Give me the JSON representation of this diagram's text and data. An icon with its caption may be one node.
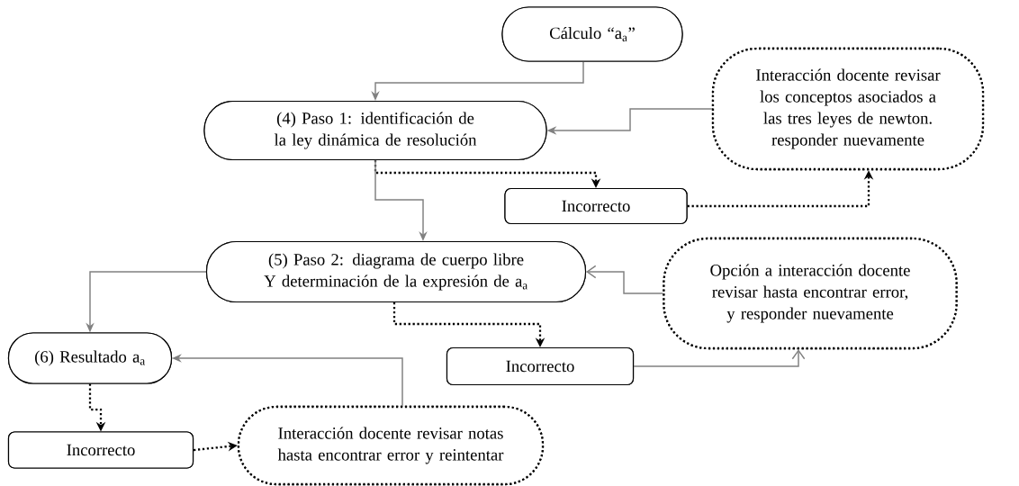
{
  "diagram": {
    "nodes": [
      {
        "text": [
          "Cálculo “a$_{a}$”"
        ]
      },
      {
        "text": [
          "(4) Paso 1: identificación de la ley dinámica de resolución"
        ]
      },
      {
        "text": [
          "Interacción docente revisar los conceptos asociados a las tres leyes de newton. responder nuevamente"
        ]
      },
      {
        "text": [
          "Incorrecto"
        ]
      },
      {
        "text": [
          "(5) Paso 2: diagrama de cuerpo libre Y determinación de la expresión de a$_{a}$"
        ]
      },
      {
        "text": [
          "Opción a interacción docente revisar hasta encontrar error, y responder nuevamente"
        ]
      },
      {
        "text": [
          "(6) Resultado a$_{a}$"
        ]
      },
      {
        "text": [
          "Incorrecto"
        ]
      },
      {
        "text": [
          "Incorrecto"
        ]
      },
      {
        "text": [
          "Interacción docente revisar notas hasta encontrar error y reintentar"
        ]
      }
    ],
    "edges": [
      {
        "from": 0,
        "to": 1,
        "arrow": "to"
      },
      {
        "from": 2,
        "to": 1,
        "arrow": "to"
      },
      {
        "from": 1,
        "to": 3,
        "arrow": "to",
        "style": "dashed",
        "color": "#000000"
      },
      {
        "from": 3,
        "to": 2,
        "arrow": "to",
        "style": "dashed",
        "color": "#000000"
      },
      {
        "from": 1,
        "to": 4,
        "arrow": "to"
      },
      {
        "from": 5,
        "to": 4,
        "arrow": "to"
      },
      {
        "from": 4,
        "to": 7,
        "arrow": "to",
        "style": "dashed",
        "color": "#000000"
      },
      {
        "from": 7,
        "to": 5,
        "arrow": "to"
      },
      {
        "from": 4,
        "to": 6,
        "arrow": "to"
      },
      {
        "from": 6,
        "to": 8,
        "arrow": "to",
        "style": "dashed",
        "color": "#000000"
      },
      {
        "from": 8,
        "to": 9,
        "arrow": "to",
        "style": "dashed",
        "color": "#000000"
      },
      {
        "from": 9,
        "to": 6,
        "arrow": "to"
      }
    ]
  }
}
